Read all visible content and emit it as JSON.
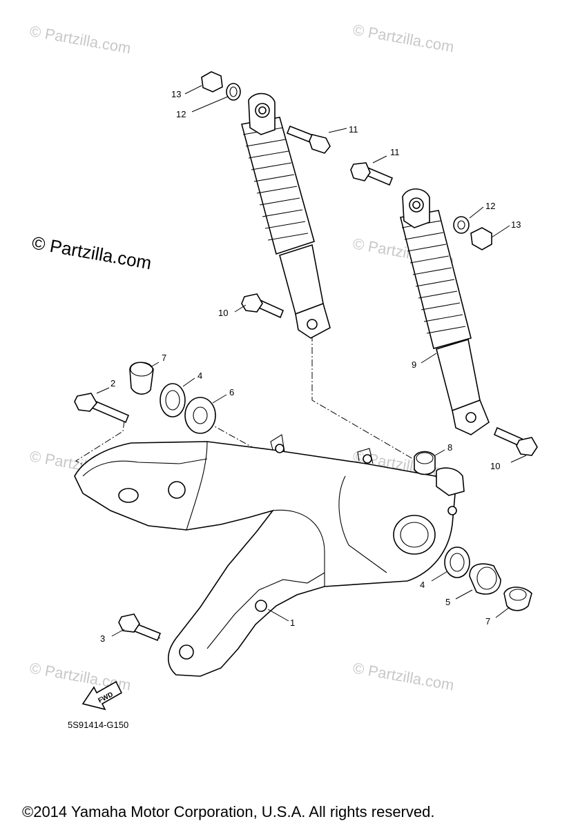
{
  "watermarks": {
    "small": "© Partzilla.com",
    "main": "© Partzilla.com"
  },
  "callouts": {
    "p1": "1",
    "p2": "2",
    "p3": "3",
    "p4a": "4",
    "p4b": "4",
    "p5": "5",
    "p6": "6",
    "p7a": "7",
    "p7b": "7",
    "p8": "8",
    "p9": "9",
    "p10a": "10",
    "p10b": "10",
    "p11a": "11",
    "p11b": "11",
    "p12a": "12",
    "p12b": "12",
    "p13a": "13",
    "p13b": "13"
  },
  "fwd_label": "FWD",
  "diagram_code": "5S91414-G150",
  "copyright": "©2014 Yamaha Motor Corporation, U.S.A. All rights reserved."
}
